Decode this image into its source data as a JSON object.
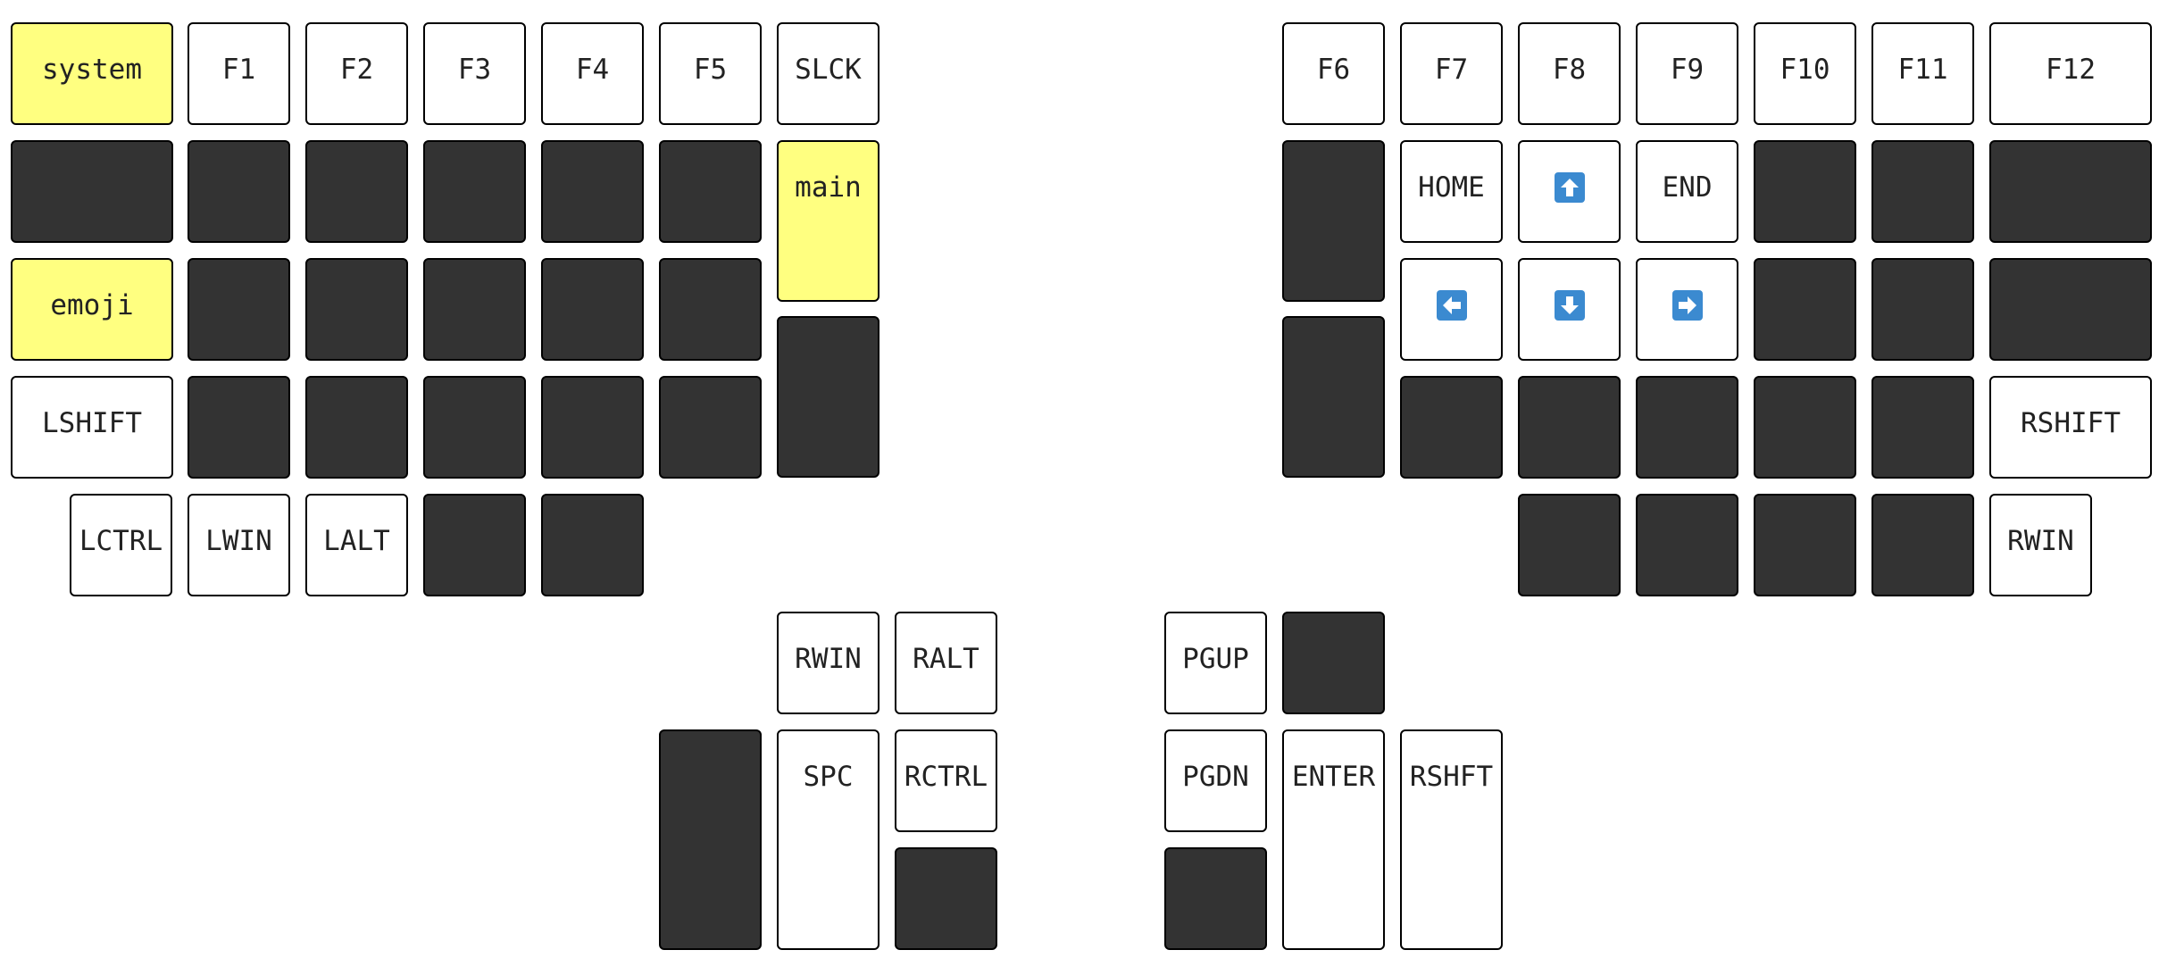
{
  "colors": {
    "blank": "#333333",
    "layer": "#ffff80",
    "normal": "#ffffff",
    "arrow": "#3b8ad0"
  },
  "keys": [
    {
      "id": "l-r0-c0",
      "kind": "layer",
      "label": "system"
    },
    {
      "id": "l-r0-c1",
      "kind": "key",
      "label": "F1"
    },
    {
      "id": "l-r0-c2",
      "kind": "key",
      "label": "F2"
    },
    {
      "id": "l-r0-c3",
      "kind": "key",
      "label": "F3"
    },
    {
      "id": "l-r0-c4",
      "kind": "key",
      "label": "F4"
    },
    {
      "id": "l-r0-c5",
      "kind": "key",
      "label": "F5"
    },
    {
      "id": "l-r0-c6",
      "kind": "key",
      "label": "SLCK"
    },
    {
      "id": "l-r1-c0",
      "kind": "blank"
    },
    {
      "id": "l-r1-c1",
      "kind": "blank"
    },
    {
      "id": "l-r1-c2",
      "kind": "blank"
    },
    {
      "id": "l-r1-c3",
      "kind": "blank"
    },
    {
      "id": "l-r1-c4",
      "kind": "blank"
    },
    {
      "id": "l-r1-c5",
      "kind": "blank"
    },
    {
      "id": "l-r1-c6",
      "kind": "layer",
      "label": "main"
    },
    {
      "id": "l-r2-c0",
      "kind": "layer",
      "label": "emoji"
    },
    {
      "id": "l-r2-c1",
      "kind": "blank"
    },
    {
      "id": "l-r2-c2",
      "kind": "blank"
    },
    {
      "id": "l-r2-c3",
      "kind": "blank"
    },
    {
      "id": "l-r2-c4",
      "kind": "blank"
    },
    {
      "id": "l-r2-c5",
      "kind": "blank"
    },
    {
      "id": "l-r2-c6",
      "kind": "blank"
    },
    {
      "id": "l-r3-c0",
      "kind": "key",
      "label": "LSHIFT"
    },
    {
      "id": "l-r3-c1",
      "kind": "blank"
    },
    {
      "id": "l-r3-c2",
      "kind": "blank"
    },
    {
      "id": "l-r3-c3",
      "kind": "blank"
    },
    {
      "id": "l-r3-c4",
      "kind": "blank"
    },
    {
      "id": "l-r3-c5",
      "kind": "blank"
    },
    {
      "id": "l-r4-c0",
      "kind": "key",
      "label": "LCTRL"
    },
    {
      "id": "l-r4-c1",
      "kind": "key",
      "label": "LWIN"
    },
    {
      "id": "l-r4-c2",
      "kind": "key",
      "label": "LALT"
    },
    {
      "id": "l-r4-c3",
      "kind": "blank"
    },
    {
      "id": "l-r4-c4",
      "kind": "blank"
    },
    {
      "id": "lt-rwin",
      "kind": "key",
      "label": "RWIN"
    },
    {
      "id": "lt-ralt",
      "kind": "key",
      "label": "RALT"
    },
    {
      "id": "lt-big-blank",
      "kind": "blank"
    },
    {
      "id": "lt-spc",
      "kind": "key",
      "label": "SPC"
    },
    {
      "id": "lt-rctrl",
      "kind": "key",
      "label": "RCTRL"
    },
    {
      "id": "lt-small-blank",
      "kind": "blank"
    },
    {
      "id": "rt-pgup",
      "kind": "key",
      "label": "PGUP"
    },
    {
      "id": "rt-top-blank",
      "kind": "blank"
    },
    {
      "id": "rt-pgdn",
      "kind": "key",
      "label": "PGDN"
    },
    {
      "id": "rt-enter",
      "kind": "key",
      "label": "ENTER"
    },
    {
      "id": "rt-rshft",
      "kind": "key",
      "label": "RSHFT"
    },
    {
      "id": "rt-small-blank",
      "kind": "blank"
    },
    {
      "id": "r-r0-c0",
      "kind": "key",
      "label": "F6"
    },
    {
      "id": "r-r0-c1",
      "kind": "key",
      "label": "F7"
    },
    {
      "id": "r-r0-c2",
      "kind": "key",
      "label": "F8"
    },
    {
      "id": "r-r0-c3",
      "kind": "key",
      "label": "F9"
    },
    {
      "id": "r-r0-c4",
      "kind": "key",
      "label": "F10"
    },
    {
      "id": "r-r0-c5",
      "kind": "key",
      "label": "F11"
    },
    {
      "id": "r-r0-c6",
      "kind": "key",
      "label": "F12"
    },
    {
      "id": "r-r1-c0",
      "kind": "blank"
    },
    {
      "id": "r-r1-c1",
      "kind": "key",
      "label": "HOME"
    },
    {
      "id": "r-r1-c2",
      "kind": "arrow",
      "icon": "arrow-up-icon"
    },
    {
      "id": "r-r1-c3",
      "kind": "key",
      "label": "END"
    },
    {
      "id": "r-r1-c4",
      "kind": "blank"
    },
    {
      "id": "r-r1-c5",
      "kind": "blank"
    },
    {
      "id": "r-r1-c6",
      "kind": "blank"
    },
    {
      "id": "r-r2-c0",
      "kind": "blank"
    },
    {
      "id": "r-r2-c1",
      "kind": "arrow",
      "icon": "arrow-left-icon"
    },
    {
      "id": "r-r2-c2",
      "kind": "arrow",
      "icon": "arrow-down-icon"
    },
    {
      "id": "r-r2-c3",
      "kind": "arrow",
      "icon": "arrow-right-icon"
    },
    {
      "id": "r-r2-c4",
      "kind": "blank"
    },
    {
      "id": "r-r2-c5",
      "kind": "blank"
    },
    {
      "id": "r-r2-c6",
      "kind": "blank"
    },
    {
      "id": "r-r3-c1",
      "kind": "blank"
    },
    {
      "id": "r-r3-c2",
      "kind": "blank"
    },
    {
      "id": "r-r3-c3",
      "kind": "blank"
    },
    {
      "id": "r-r3-c4",
      "kind": "blank"
    },
    {
      "id": "r-r3-c5",
      "kind": "blank"
    },
    {
      "id": "r-r3-c6",
      "kind": "key",
      "label": "RSHIFT"
    },
    {
      "id": "r-r4-c2",
      "kind": "blank"
    },
    {
      "id": "r-r4-c3",
      "kind": "blank"
    },
    {
      "id": "r-r4-c4",
      "kind": "blank"
    },
    {
      "id": "r-r4-c5",
      "kind": "blank"
    },
    {
      "id": "r-r4-c6",
      "kind": "key",
      "label": "RWIN"
    }
  ]
}
